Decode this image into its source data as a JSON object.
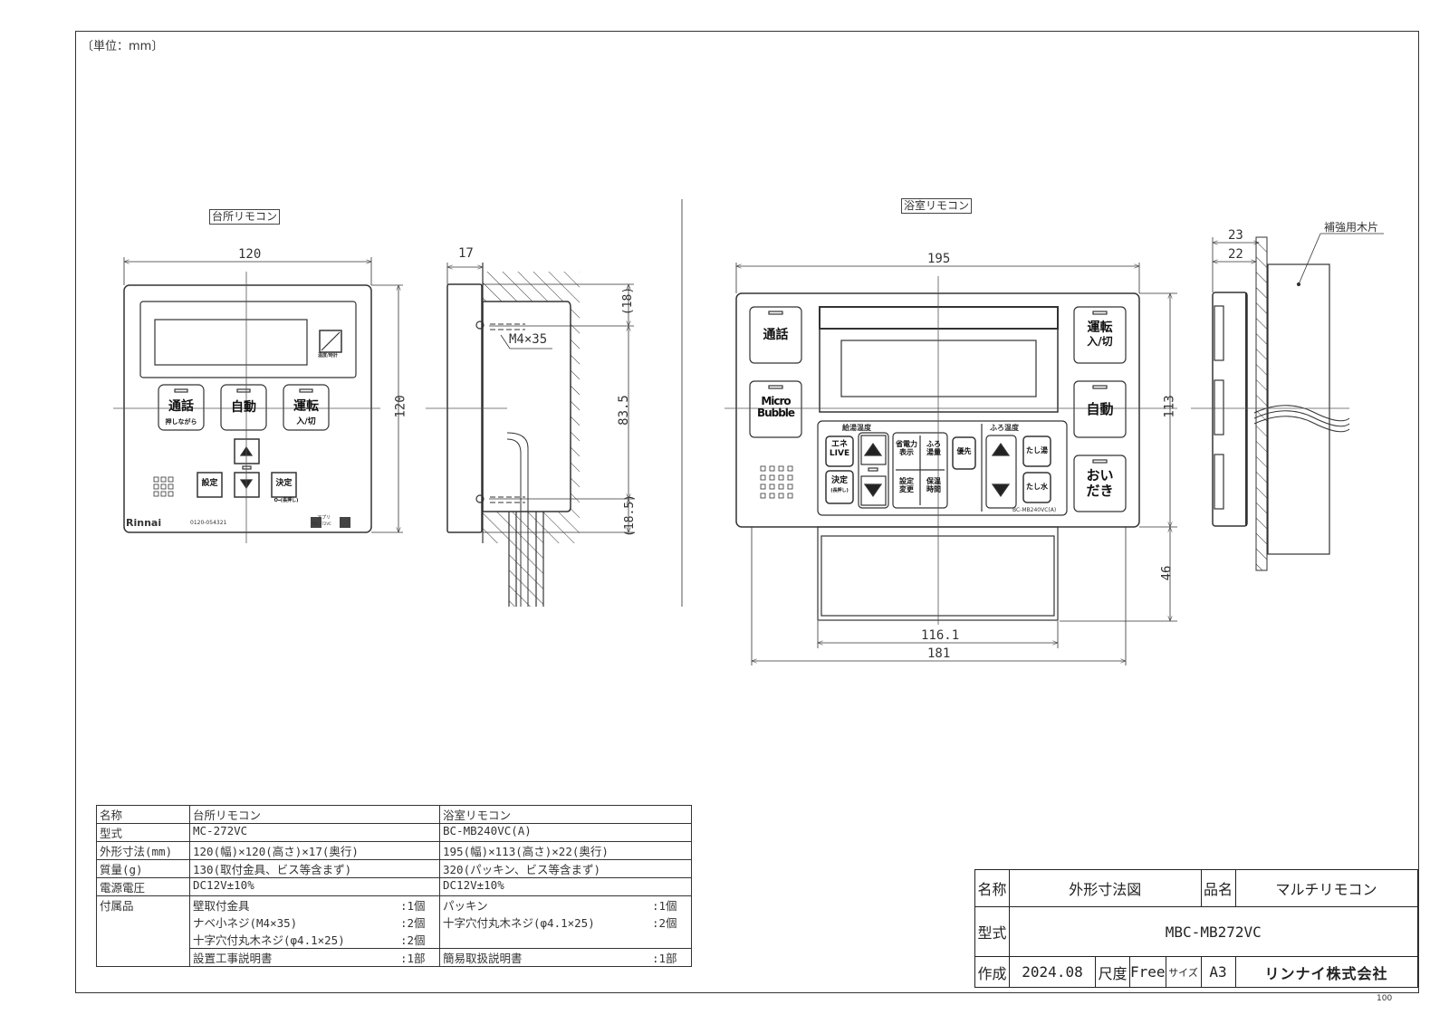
{
  "drawing": {
    "unit_note": "〔単位：mm〕",
    "sheet_code": "100"
  },
  "kitchen": {
    "label": "台所リモコン",
    "dims": {
      "width": "120",
      "height": "120",
      "depth": "17",
      "top_offset": "(18)",
      "pitch": "83.5",
      "bottom_offset": "(18.5)"
    },
    "screw_callout": "M4×35",
    "buttons": {
      "talk": "通話",
      "talk_sub": "押しながら",
      "auto": "自動",
      "run": "運転",
      "run_sub": "入/切",
      "settings": "設定",
      "confirm": "決定",
      "confirm_sub": "O━(長押し)"
    },
    "brand": "Rinnai",
    "phone": "0120-054321",
    "app_label": "アプリ",
    "model_print": "MC-272VC",
    "display_icon_caption": "温度/時計"
  },
  "bathroom": {
    "label": "浴室リモコン",
    "dims": {
      "width": "195",
      "height": "113",
      "cover_width": "116.1",
      "base_width": "181",
      "cover_height": "46",
      "side_outer": "23",
      "side_body": "22"
    },
    "wood_callout": "補強用木片",
    "buttons": {
      "talk": "通話",
      "micro": "Micro",
      "bubble": "Bubble",
      "run": "運転",
      "run_sub": "入/切",
      "auto": "自動",
      "reheat1": "おい",
      "reheat2": "だき",
      "eco1": "エネ",
      "eco2": "LIVE",
      "decide": "決定",
      "decide_sub": "(長押し)",
      "power1": "省電力",
      "power2": "表示",
      "bath1": "ふろ",
      "bath2": "湯量",
      "set1": "設定",
      "set2": "変更",
      "keep1": "保温",
      "keep2": "時間",
      "priority": "優先",
      "add_hot": "たし湯",
      "add_water": "たし水"
    },
    "panel_left_title": "給湯温度",
    "panel_right_title": "ふろ温度",
    "model_print": "BC-MB240VC(A)"
  },
  "spec_table": {
    "headers": [
      "名称",
      "台所リモコン",
      "浴室リモコン"
    ],
    "rows": [
      {
        "label": "型式",
        "kitchen": "MC-272VC",
        "bath": "BC-MB240VC(A)"
      },
      {
        "label": "外形寸法(mm)",
        "kitchen": "120(幅)×120(高さ)×17(奥行)",
        "bath": "195(幅)×113(高さ)×22(奥行)"
      },
      {
        "label": "質量(g)",
        "kitchen": "130(取付金具、ビス等含まず)",
        "bath": "320(パッキン、ビス等含まず)"
      },
      {
        "label": "電源電圧",
        "kitchen": "DC12V±10%",
        "bath": "DC12V±10%"
      }
    ],
    "accessories_label": "付属品",
    "kitchen_accessories": [
      {
        "name": "壁取付金具",
        "qty": ":1個"
      },
      {
        "name": "ナベ小ネジ(M4×35)",
        "qty": ":2個"
      },
      {
        "name": "十字穴付丸木ネジ(φ4.1×25)",
        "qty": ":2個"
      }
    ],
    "bath_accessories": [
      {
        "name": "パッキン",
        "qty": ":1個"
      },
      {
        "name": "十字穴付丸木ネジ(φ4.1×25)",
        "qty": ":2個"
      }
    ],
    "kitchen_manual": {
      "name": "設置工事説明書",
      "qty": ":1部"
    },
    "bath_manual": {
      "name": "簡易取扱説明書",
      "qty": ":1部"
    }
  },
  "title_block": {
    "name_label": "名称",
    "name_value": "外形寸法図",
    "product_label": "品名",
    "product_value": "マルチリモコン",
    "model_label": "型式",
    "model_value": "MBC-MB272VC",
    "created_label": "作成",
    "created_value": "2024.08",
    "scale_label": "尺度",
    "scale_value": "Free",
    "size_label": "サイズ",
    "size_value": "A3",
    "company": "リンナイ株式会社"
  }
}
